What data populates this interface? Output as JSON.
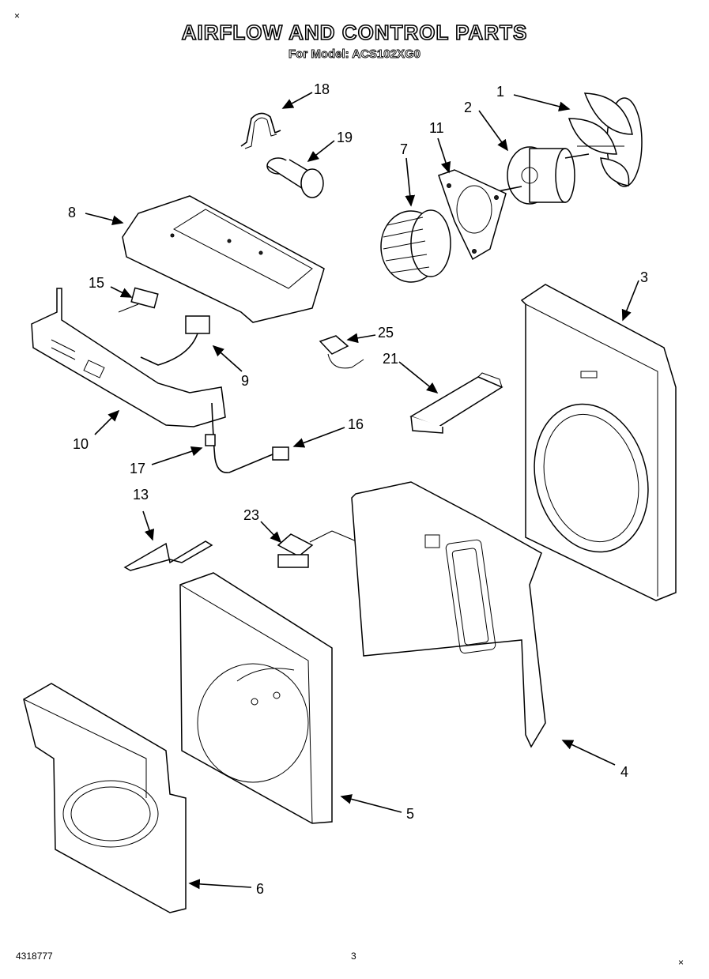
{
  "title": "AIRFLOW AND CONTROL PARTS",
  "subtitle": "For Model: ACS102XG0",
  "footer": {
    "doc_number": "4318777",
    "page_number": "3"
  },
  "callouts": [
    {
      "id": "c1",
      "label": "1"
    },
    {
      "id": "c2",
      "label": "2"
    },
    {
      "id": "c3",
      "label": "3"
    },
    {
      "id": "c4",
      "label": "4"
    },
    {
      "id": "c5",
      "label": "5"
    },
    {
      "id": "c6",
      "label": "6"
    },
    {
      "id": "c7",
      "label": "7"
    },
    {
      "id": "c8",
      "label": "8"
    },
    {
      "id": "c9",
      "label": "9"
    },
    {
      "id": "c10",
      "label": "10"
    },
    {
      "id": "c11",
      "label": "11"
    },
    {
      "id": "c13",
      "label": "13"
    },
    {
      "id": "c15",
      "label": "15"
    },
    {
      "id": "c16",
      "label": "16"
    },
    {
      "id": "c17",
      "label": "17"
    },
    {
      "id": "c18",
      "label": "18"
    },
    {
      "id": "c19",
      "label": "19"
    },
    {
      "id": "c21",
      "label": "21"
    },
    {
      "id": "c23",
      "label": "23"
    },
    {
      "id": "c25",
      "label": "25"
    }
  ]
}
